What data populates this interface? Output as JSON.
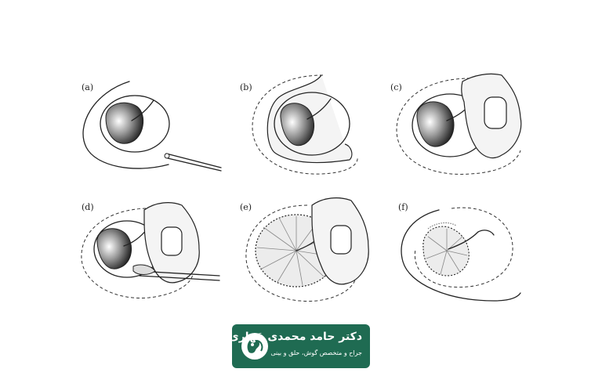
{
  "panels": [
    {
      "label": "(a)"
    },
    {
      "label": "(b)"
    },
    {
      "label": "(c)"
    },
    {
      "label": "(d)"
    },
    {
      "label": "(e)"
    },
    {
      "label": "(f)"
    }
  ],
  "logo": {
    "name": "دکتر حامد محمدی قهاری",
    "tagline": "جراح و متخصص گوش، حلق و بینی",
    "background_color": "#1f6b52",
    "icon": "ent-ear-nose-throat-icon"
  }
}
